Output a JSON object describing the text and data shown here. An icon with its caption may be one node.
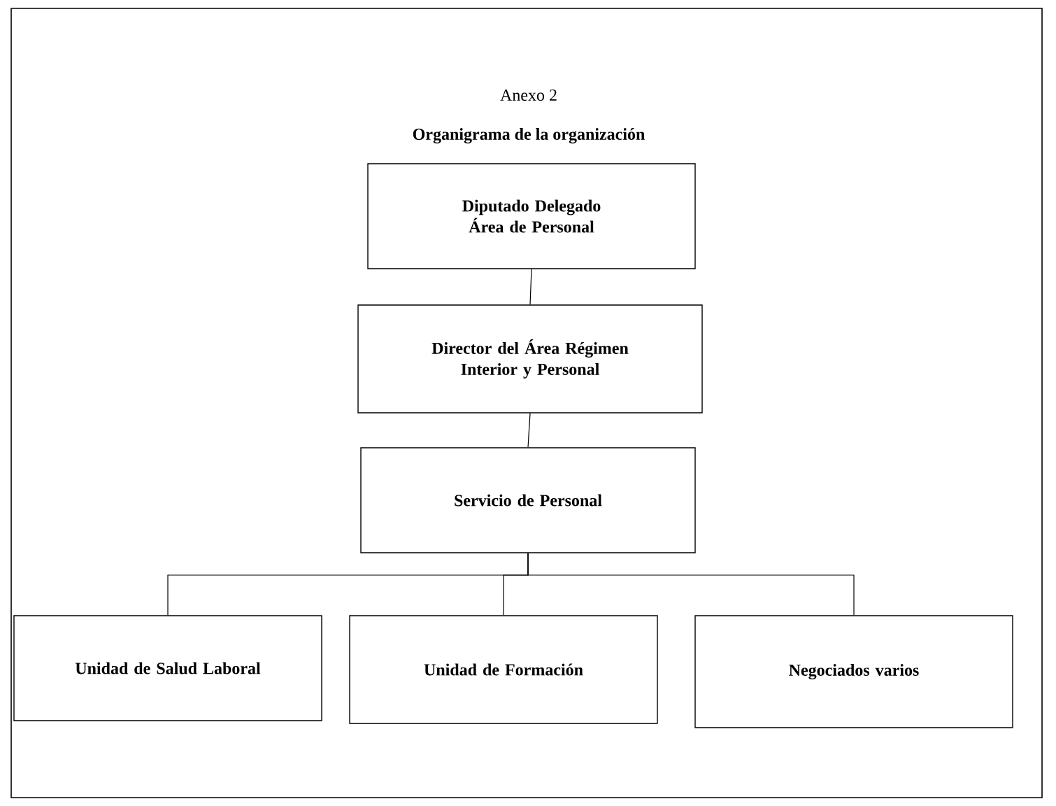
{
  "diagram": {
    "title": "Anexo 2",
    "caption": "Organigrama de la organización",
    "nodes": [
      {
        "text": [
          "Diputado Delegado Área de Personal"
        ]
      },
      {
        "text": [
          "Director del Área Régimen Interior y Personal"
        ]
      },
      {
        "text": [
          "Servicio de Personal"
        ]
      },
      {
        "text": [
          "Unidad de Salud Laboral"
        ]
      },
      {
        "text": [
          "Unidad de Formación"
        ]
      },
      {
        "text": [
          "Negociados varios"
        ]
      }
    ],
    "edges": [
      {
        "from": 0,
        "to": 1,
        "arrow": "none"
      },
      {
        "from": 1,
        "to": 2,
        "arrow": "none"
      },
      {
        "from": 2,
        "to": 3,
        "arrow": "none"
      },
      {
        "from": 2,
        "to": 4,
        "arrow": "none"
      },
      {
        "from": 2,
        "to": 5,
        "arrow": "none"
      }
    ]
  }
}
